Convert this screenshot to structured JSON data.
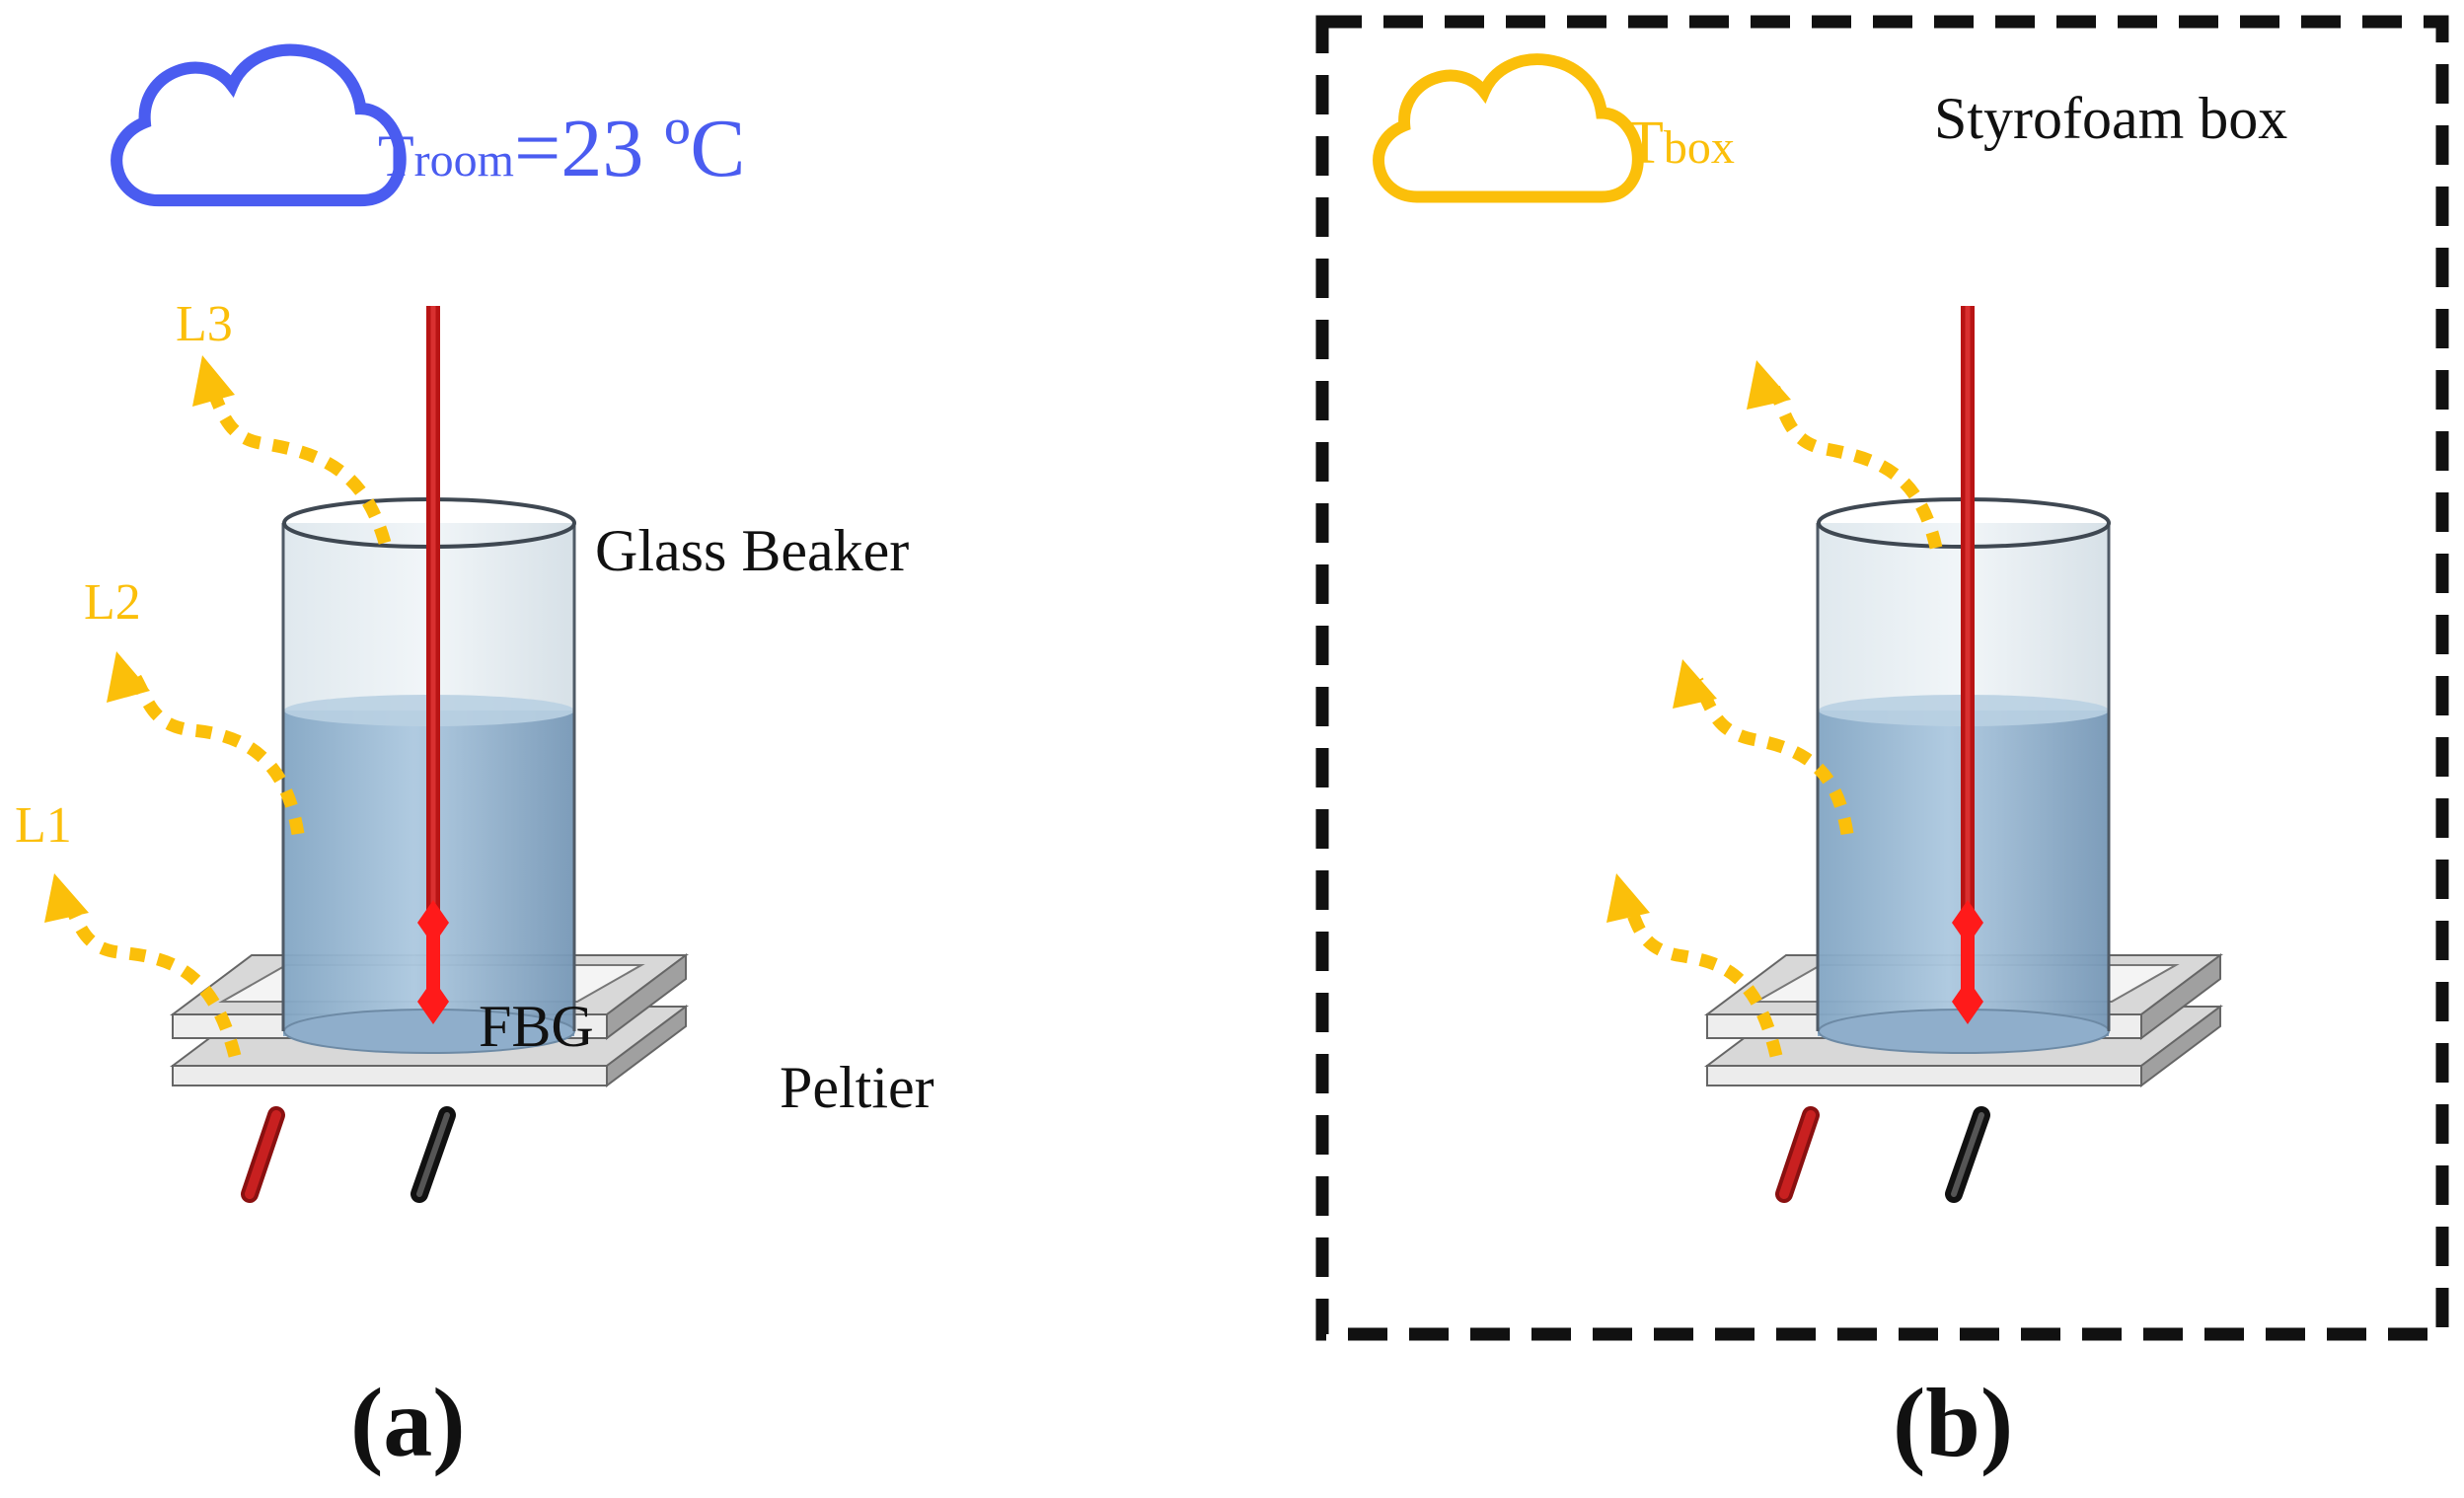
{
  "panel_a": {
    "room_label_main": "T",
    "room_label_sub": "room",
    "room_label_value": "=23 ºC",
    "leak_labels": [
      "L3",
      "L2",
      "L1"
    ],
    "beaker_label": "Glass Beaker",
    "fbg_label": "FBG",
    "peltier_label": "Peltier",
    "caption": "(a)"
  },
  "panel_b": {
    "box_label_main": "T",
    "box_label_sub": "box",
    "enclosure_label": "Styrofoam box",
    "caption": "(b)"
  },
  "colors": {
    "room_cloud": "#4a5cf0",
    "box_cloud": "#fbbf0a",
    "heat_arrow": "#fbbf0a",
    "fiber": "#c81818",
    "fbg": "#ff1a1a",
    "liquid": "#8fb4d4",
    "peltier": "#d6d6d6"
  }
}
